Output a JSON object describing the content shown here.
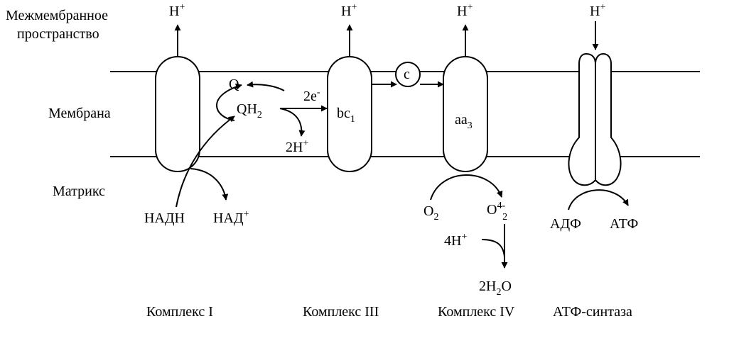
{
  "region_labels": {
    "intermembrane_line1": "Межмембранное",
    "intermembrane_line2": "пространство",
    "membrane": "Мембрана",
    "matrix": "Матрикс"
  },
  "proton_label": "H",
  "plus": "+",
  "complex1": {
    "caption": "Комплекс I",
    "nadh": "НАДН",
    "nad": "НАД",
    "nad_charge": "+"
  },
  "quinone": {
    "q": "Q",
    "qh": "QH",
    "qh_sub": "2",
    "electrons": "2e",
    "electrons_sup": "-",
    "protons": "2H",
    "protons_sup": "+"
  },
  "complex3": {
    "caption": "Комплекс III",
    "label": "bc",
    "label_sub": "1"
  },
  "cytochrome_c": {
    "label": "c"
  },
  "complex4": {
    "caption": "Комплекс IV",
    "label": "aa",
    "label_sub": "3",
    "o2": "O",
    "o2_sub": "2",
    "o4": "O",
    "o4_sup": "4-",
    "o4_sub": "2",
    "h4": "4H",
    "h4_sup": "+",
    "water": "2H",
    "water_sub": "2",
    "water_end": "O"
  },
  "atp_synthase": {
    "caption": "АТФ-синтаза",
    "adp": "АДФ",
    "atp": "АТФ"
  }
}
